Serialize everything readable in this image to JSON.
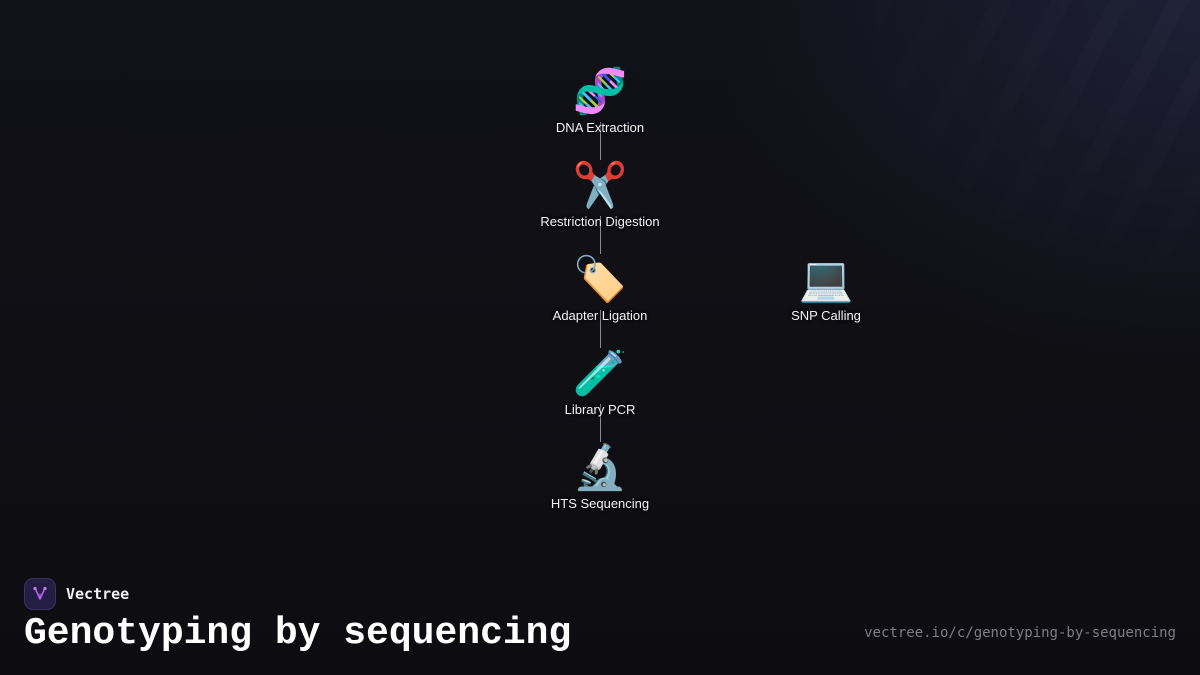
{
  "diagram": {
    "nodes": [
      {
        "id": "dna-extraction",
        "label": "DNA Extraction",
        "icon": "🧬",
        "icon_name": "dna-icon"
      },
      {
        "id": "restriction-digestion",
        "label": "Restriction Digestion",
        "icon": "✂️",
        "icon_name": "scissors-icon"
      },
      {
        "id": "adapter-ligation",
        "label": "Adapter Ligation",
        "icon": "🏷️",
        "icon_name": "label-tag-icon"
      },
      {
        "id": "library-pcr",
        "label": "Library PCR",
        "icon": "🧪",
        "icon_name": "test-tube-icon"
      },
      {
        "id": "hts-sequencing",
        "label": "HTS Sequencing",
        "icon": "🔬",
        "icon_name": "microscope-icon"
      },
      {
        "id": "snp-calling",
        "label": "SNP Calling",
        "icon": "💻",
        "icon_name": "laptop-icon"
      }
    ],
    "edges": [
      {
        "from": "dna-extraction",
        "to": "restriction-digestion"
      },
      {
        "from": "restriction-digestion",
        "to": "adapter-ligation"
      },
      {
        "from": "adapter-ligation",
        "to": "library-pcr"
      },
      {
        "from": "library-pcr",
        "to": "hts-sequencing"
      }
    ]
  },
  "footer": {
    "brand_name": "Vectree",
    "title": "Genotyping by sequencing",
    "url": "vectree.io/c/genotyping-by-sequencing"
  },
  "colors": {
    "background": "#0f0f14",
    "connector": "#8a8a90",
    "logo_bg": "#241e44",
    "logo_mark": "#b65cf0",
    "url_text": "#7d7d86"
  }
}
